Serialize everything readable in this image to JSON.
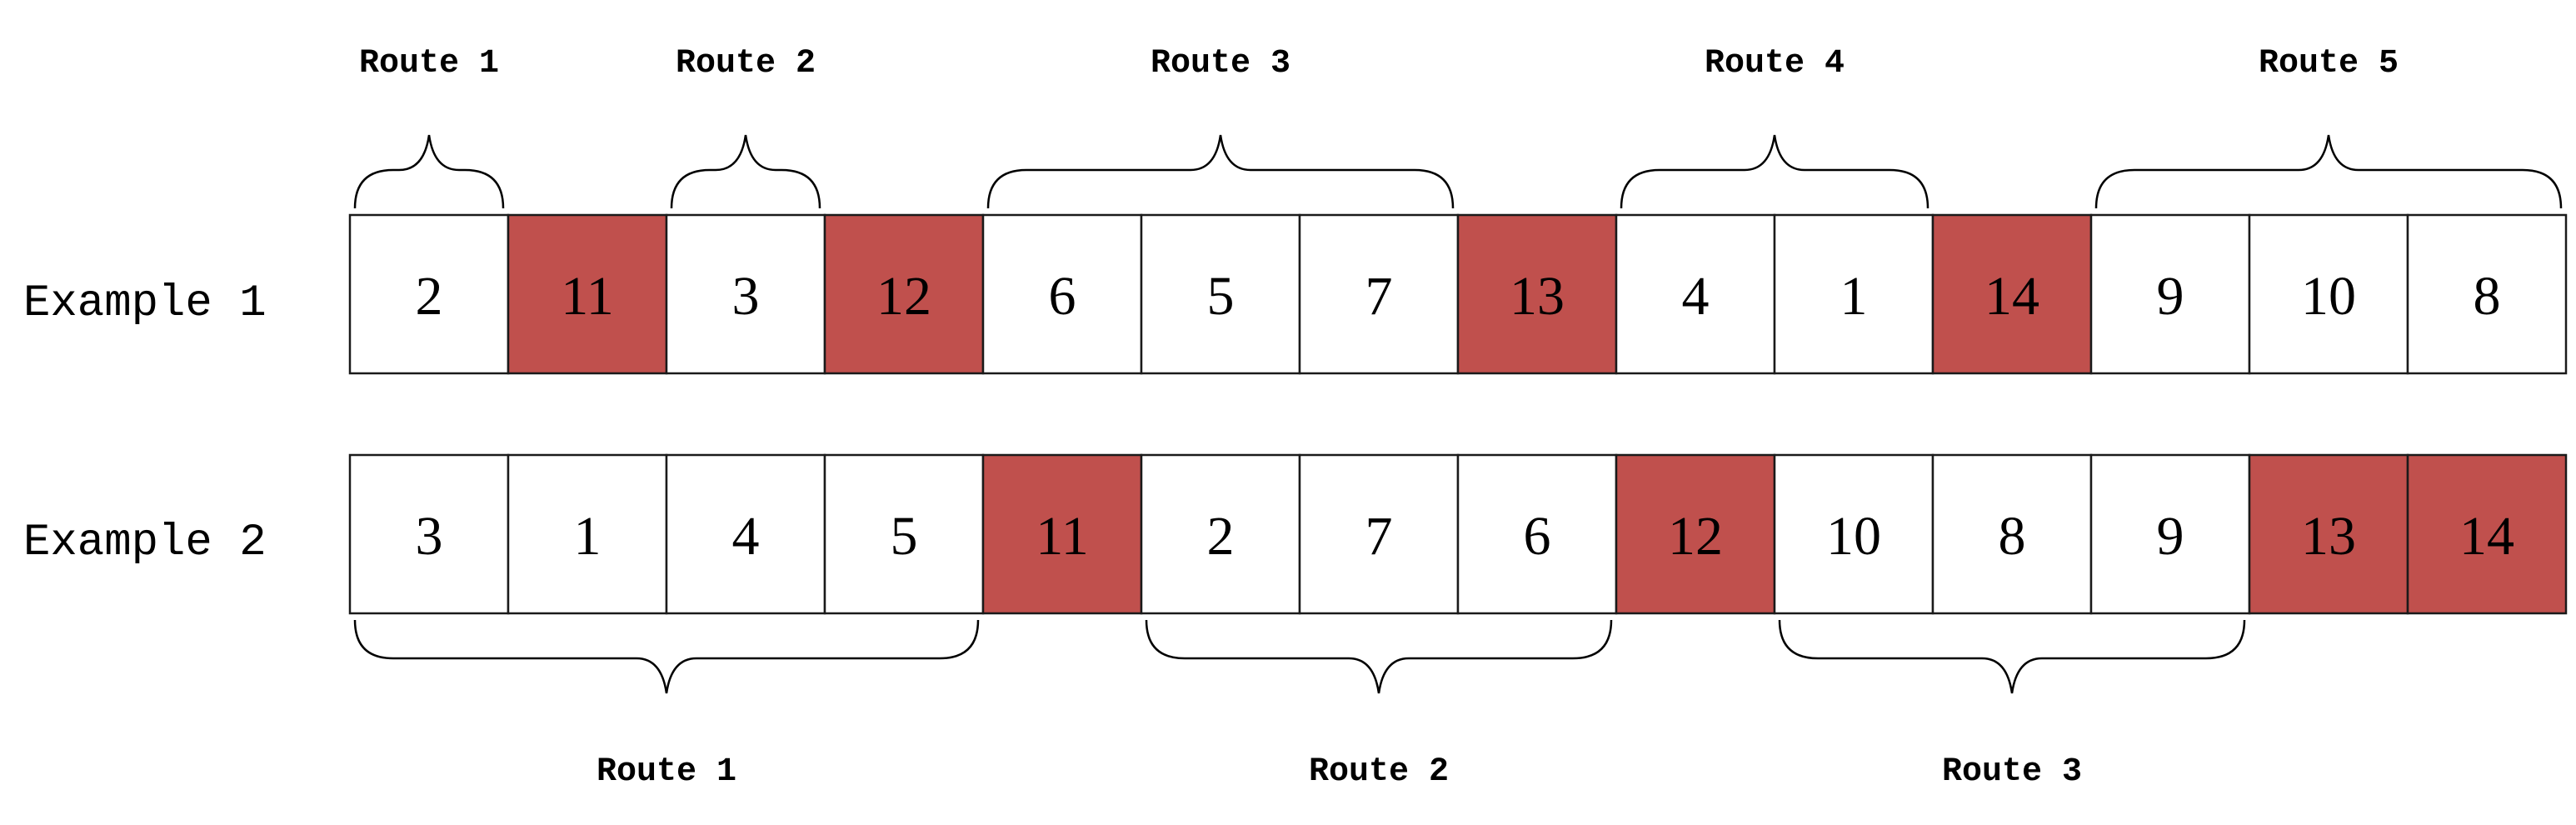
{
  "colors": {
    "depot_fill": "#c0504d",
    "customer_fill": "#ffffff",
    "stroke": "#1a1a1a"
  },
  "examples": [
    {
      "label": "Example 1",
      "cells": [
        {
          "value": "2",
          "depot": false
        },
        {
          "value": "11",
          "depot": true
        },
        {
          "value": "3",
          "depot": false
        },
        {
          "value": "12",
          "depot": true
        },
        {
          "value": "6",
          "depot": false
        },
        {
          "value": "5",
          "depot": false
        },
        {
          "value": "7",
          "depot": false
        },
        {
          "value": "13",
          "depot": true
        },
        {
          "value": "4",
          "depot": false
        },
        {
          "value": "1",
          "depot": false
        },
        {
          "value": "14",
          "depot": true
        },
        {
          "value": "9",
          "depot": false
        },
        {
          "value": "10",
          "depot": false
        },
        {
          "value": "8",
          "depot": false
        }
      ],
      "routes": [
        {
          "label": "Route 1",
          "first_cell": 0,
          "last_cell": 0
        },
        {
          "label": "Route 2",
          "first_cell": 2,
          "last_cell": 2
        },
        {
          "label": "Route 3",
          "first_cell": 4,
          "last_cell": 6
        },
        {
          "label": "Route 4",
          "first_cell": 8,
          "last_cell": 9
        },
        {
          "label": "Route 5",
          "first_cell": 11,
          "last_cell": 13
        }
      ],
      "route_side": "above"
    },
    {
      "label": "Example 2",
      "cells": [
        {
          "value": "3",
          "depot": false
        },
        {
          "value": "1",
          "depot": false
        },
        {
          "value": "4",
          "depot": false
        },
        {
          "value": "5",
          "depot": false
        },
        {
          "value": "11",
          "depot": true
        },
        {
          "value": "2",
          "depot": false
        },
        {
          "value": "7",
          "depot": false
        },
        {
          "value": "6",
          "depot": false
        },
        {
          "value": "12",
          "depot": true
        },
        {
          "value": "10",
          "depot": false
        },
        {
          "value": "8",
          "depot": false
        },
        {
          "value": "9",
          "depot": false
        },
        {
          "value": "13",
          "depot": true
        },
        {
          "value": "14",
          "depot": true
        }
      ],
      "routes": [
        {
          "label": "Route 1",
          "first_cell": 0,
          "last_cell": 3
        },
        {
          "label": "Route 2",
          "first_cell": 5,
          "last_cell": 7
        },
        {
          "label": "Route 3",
          "first_cell": 9,
          "last_cell": 11
        }
      ],
      "route_side": "below"
    }
  ]
}
